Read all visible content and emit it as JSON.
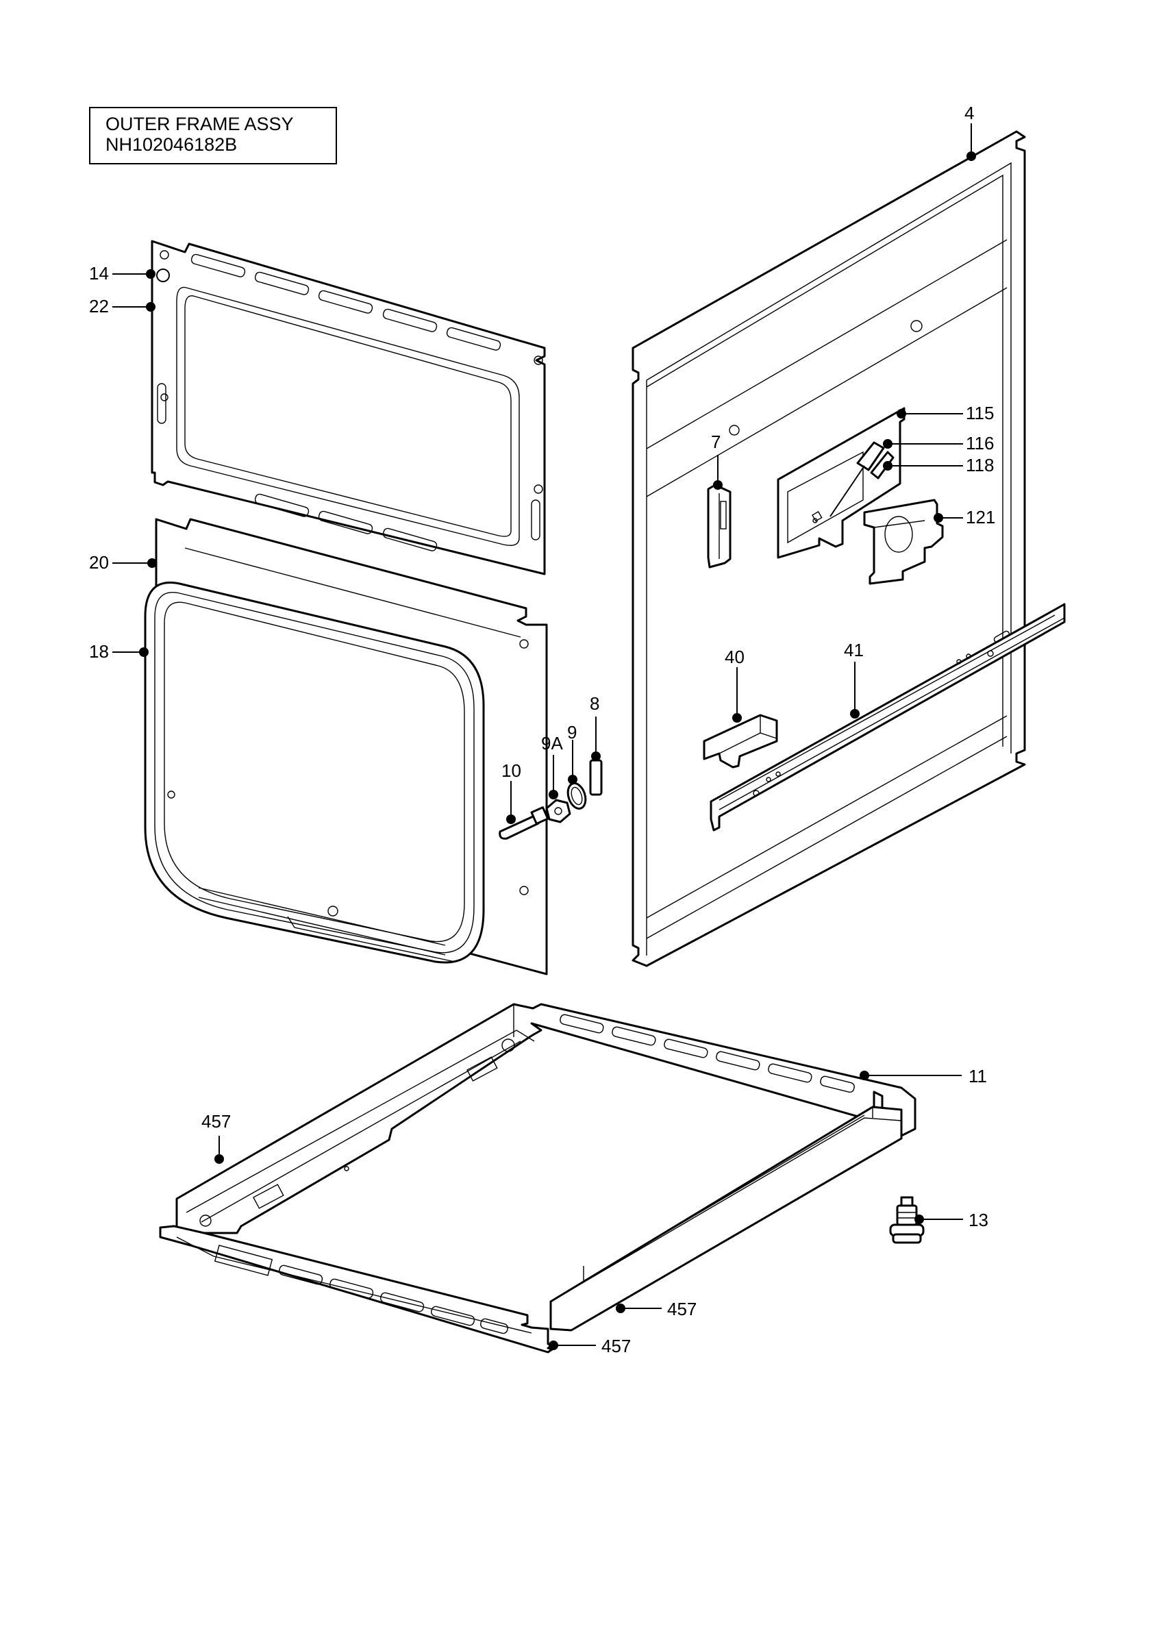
{
  "title": {
    "line1": "OUTER FRAME ASSY",
    "line2": "NH102046182B"
  },
  "callouts": {
    "c4": "4",
    "c14": "14",
    "c22": "22",
    "c20": "20",
    "c18": "18",
    "c115": "115",
    "c116": "116",
    "c118": "118",
    "c7": "7",
    "c121": "121",
    "c40": "40",
    "c41": "41",
    "c8": "8",
    "c9A": "9A",
    "c9": "9",
    "c10": "10",
    "c11": "11",
    "c457a": "457",
    "c13": "13",
    "c457b": "457",
    "c457c": "457"
  }
}
